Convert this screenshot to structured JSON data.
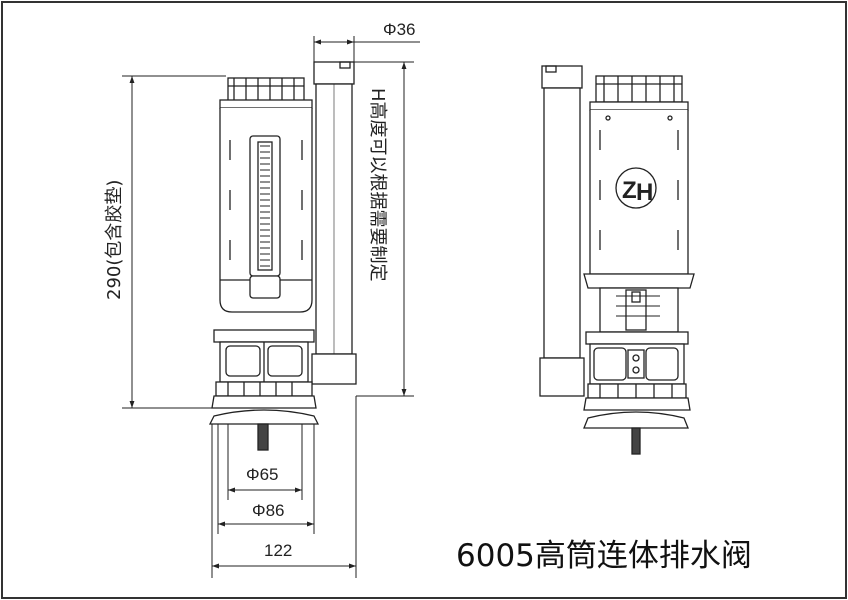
{
  "title": "6005高筒连体排水阀",
  "dimensions": {
    "height_total": "290(包含胶垫)",
    "h_note": "H高度可以根据需要制定",
    "tube_diameter": "36",
    "d65": "65",
    "d86": "86",
    "width_122": "122"
  },
  "symbols": {
    "diameter": "Φ"
  },
  "logo": {
    "left": "Z",
    "right": "H"
  },
  "colors": {
    "ink": "#222222",
    "border": "#333333",
    "background": "#ffffff"
  }
}
